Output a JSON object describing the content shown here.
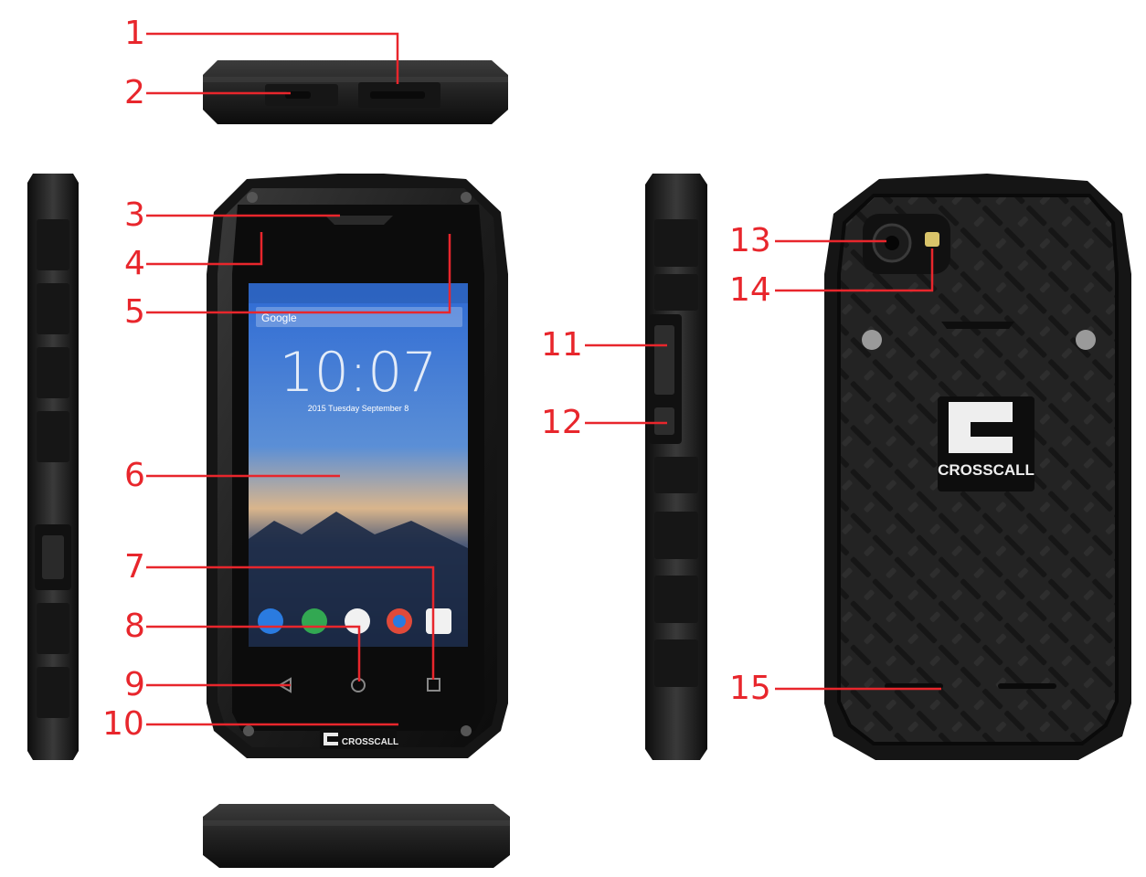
{
  "callouts": [
    {
      "id": "1",
      "label": "1"
    },
    {
      "id": "2",
      "label": "2"
    },
    {
      "id": "3",
      "label": "3"
    },
    {
      "id": "4",
      "label": "4"
    },
    {
      "id": "5",
      "label": "5"
    },
    {
      "id": "6",
      "label": "6"
    },
    {
      "id": "7",
      "label": "7"
    },
    {
      "id": "8",
      "label": "8"
    },
    {
      "id": "9",
      "label": "9"
    },
    {
      "id": "10",
      "label": "10"
    },
    {
      "id": "11",
      "label": "11"
    },
    {
      "id": "12",
      "label": "12"
    },
    {
      "id": "13",
      "label": "13"
    },
    {
      "id": "14",
      "label": "14"
    },
    {
      "id": "15",
      "label": "15"
    }
  ],
  "screen": {
    "search_label": "Google",
    "clock": "10:07",
    "date": "2015 Tuesday September 8"
  },
  "brand": {
    "front_logo": "CROSSCALL",
    "back_logo": "CROSSCALL"
  },
  "colors": {
    "callout": "#e8262c",
    "body": "#1f1f1f",
    "body_dark": "#0e0e0e",
    "rubber": "#2b2b2b",
    "screen_top": "#2f6fd6",
    "screen_bottom": "#1a2740"
  }
}
